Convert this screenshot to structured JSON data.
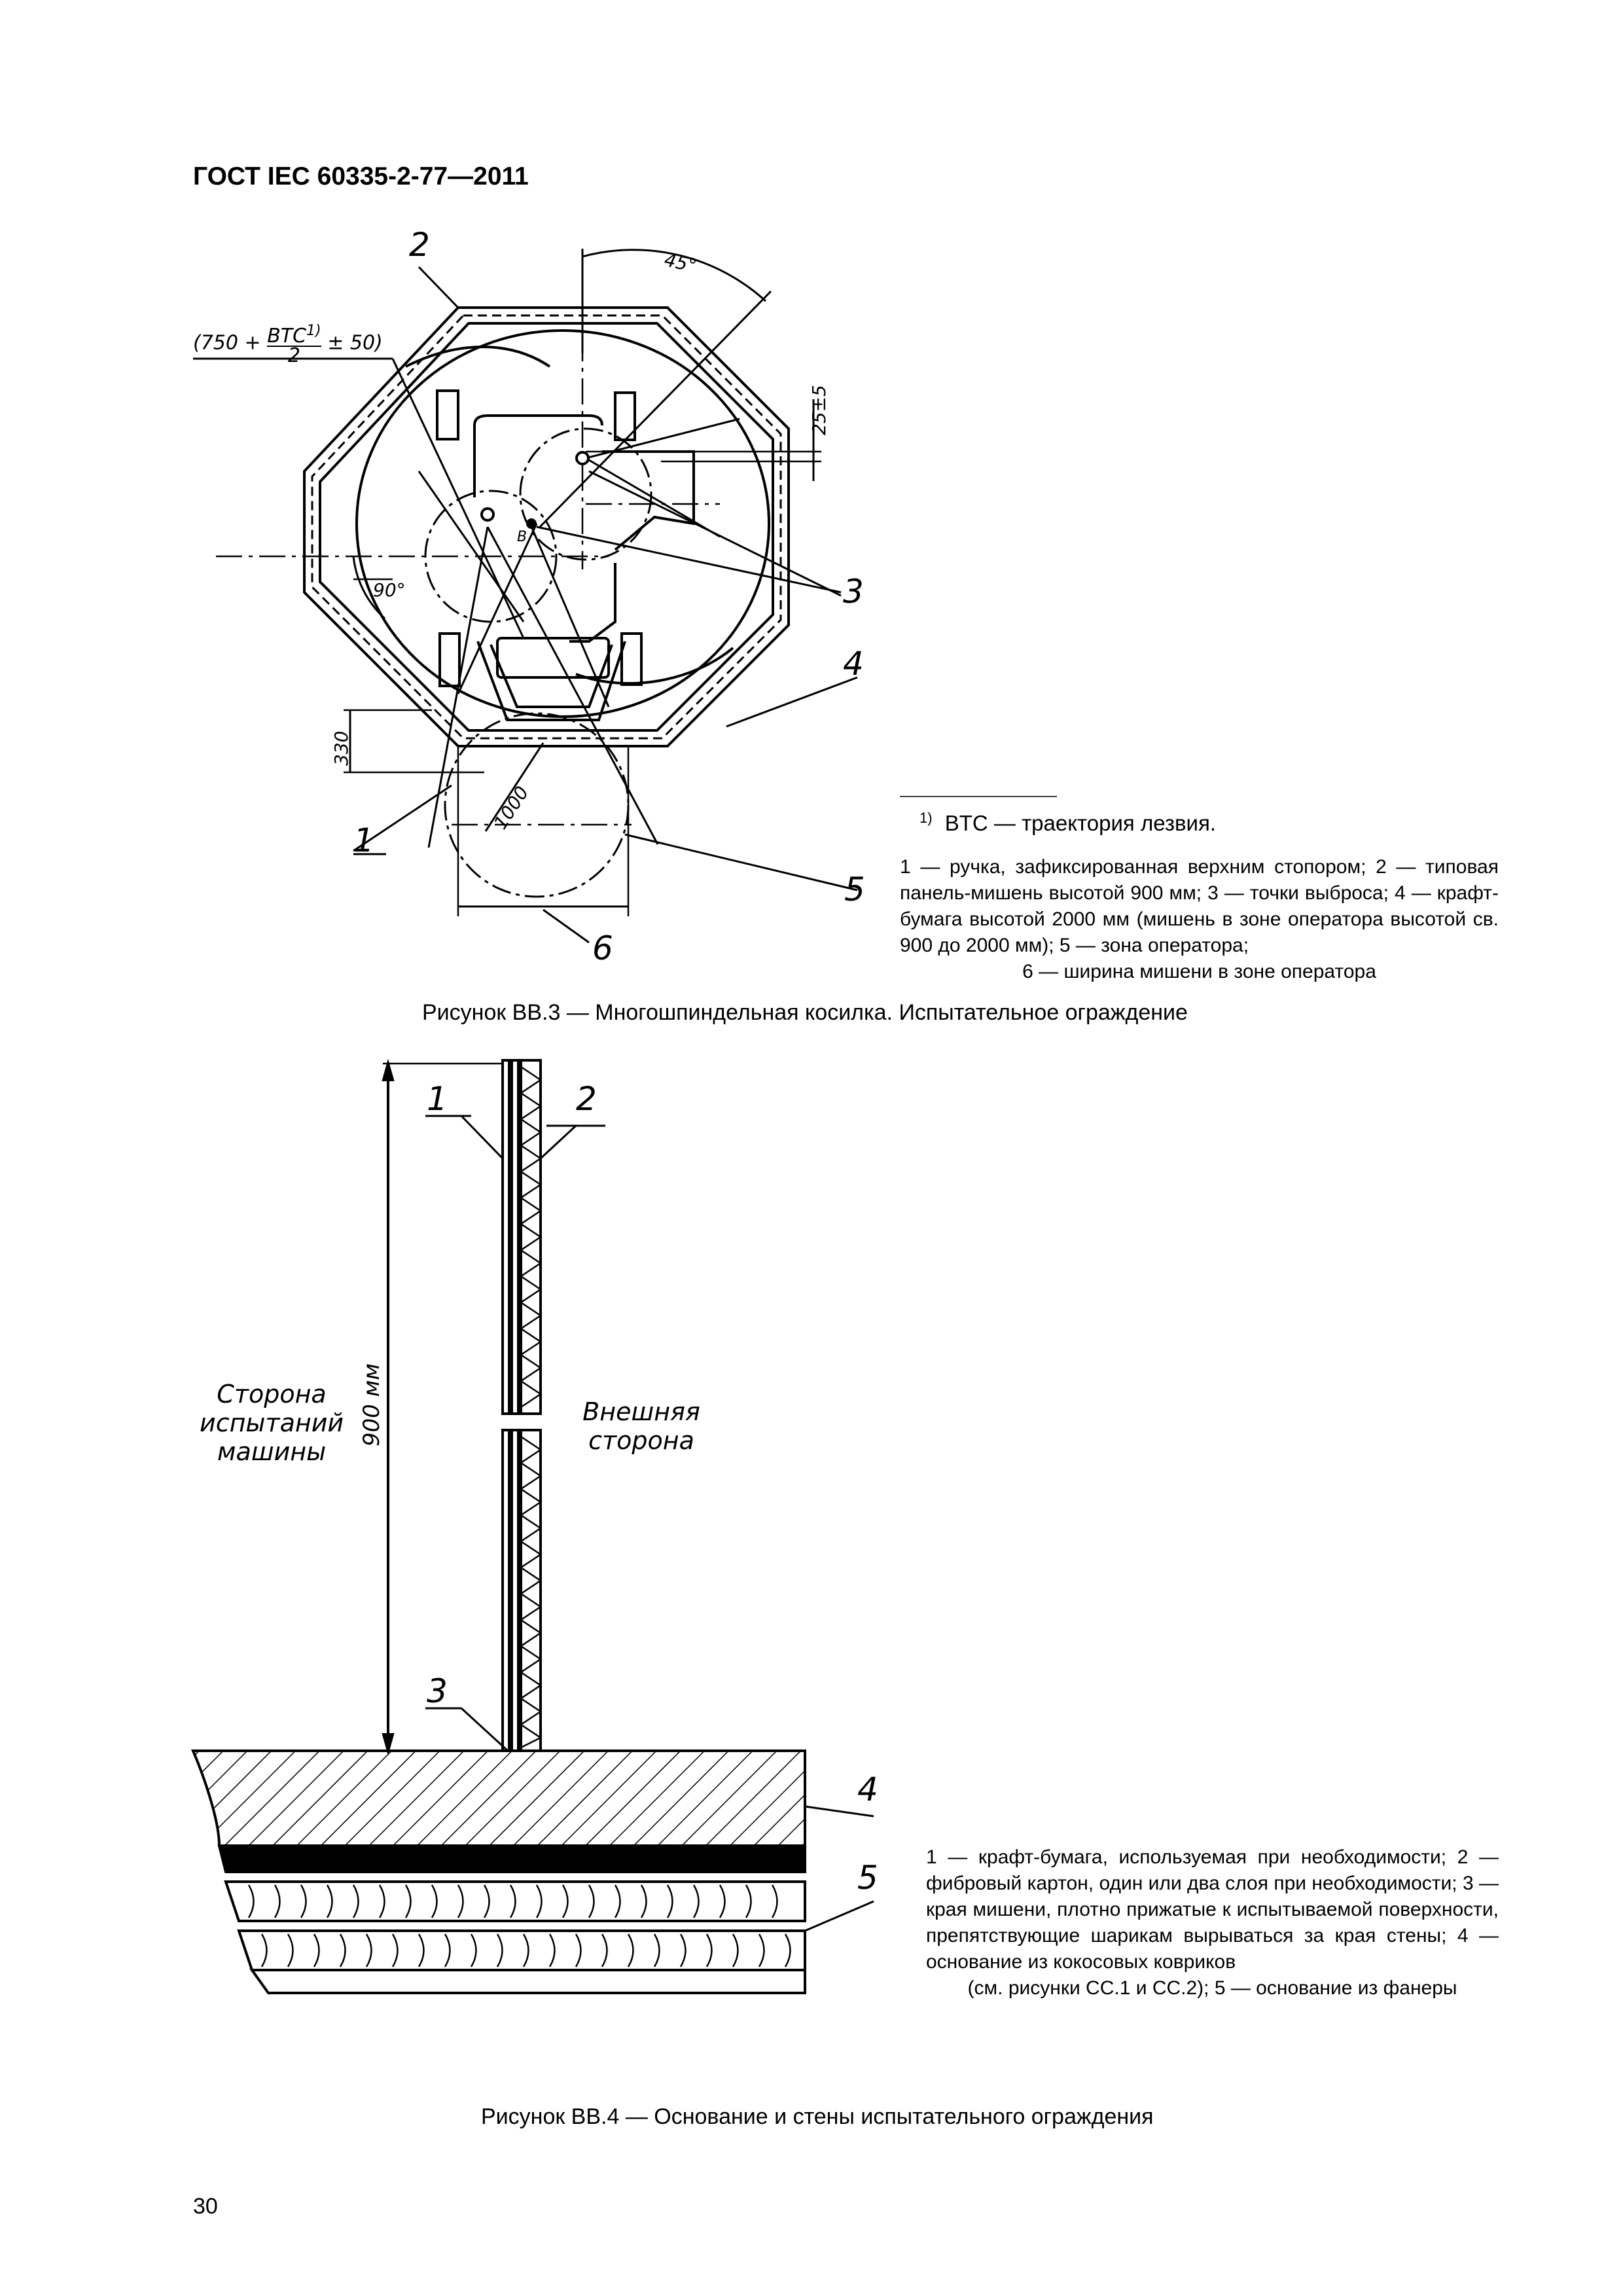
{
  "header": {
    "doc_id": "ГОСТ IEC 60335-2-77—2011"
  },
  "figure1": {
    "labels": {
      "l1": "1",
      "l2": "2",
      "l3": "3",
      "l4": "4",
      "l5": "5",
      "l6": "6"
    },
    "dims": {
      "angle45": "45°",
      "angle90": "90°",
      "d25": "25±5",
      "d330": "330",
      "d1000": "1000",
      "point_b": "B",
      "formula_open": "(750 +",
      "formula_num": "BTC",
      "formula_sup": "1)",
      "formula_den": "2",
      "formula_close": "± 50)"
    },
    "footnote": {
      "mark": "1)",
      "text": "BTC — траектория лезвия."
    },
    "legend": "1 — ручка, зафиксированная верхним стопором; 2 — типовая панель-мишень высотой 900 мм; 3 — точки выброса; 4 — крафт-бумага высотой 2000 мм (мишень в зоне оператора высотой св. 900 до 2000 мм); 5 — зона оператора;",
    "legend_last": "6 — ширина мишени в зоне оператора",
    "caption": "Рисунок ВВ.3 — Многошпиндельная косилка. Испытательное ограждение"
  },
  "figure2": {
    "labels": {
      "l1": "1",
      "l2": "2",
      "l3": "3",
      "l4": "4",
      "l5": "5"
    },
    "height_dim": "900 мм",
    "left_side": [
      "Сторона",
      "испытаний",
      "машины"
    ],
    "right_side": [
      "Внешняя",
      "сторона"
    ],
    "legend": "1 — крафт-бумага, используемая при необходимости; 2 — фибровый картон, один или два слоя при необходимости; 3 — края мишени, плотно прижатые к испытываемой поверхности, препятствующие шарикам вырываться за края стены; 4 — основание из кокосовых ковриков",
    "legend_last": "(см. рисунки СС.1 и СС.2); 5 — основание из фанеры",
    "caption": "Рисунок ВВ.4 — Основание и стены испытательного ограждения"
  },
  "page_number": "30"
}
